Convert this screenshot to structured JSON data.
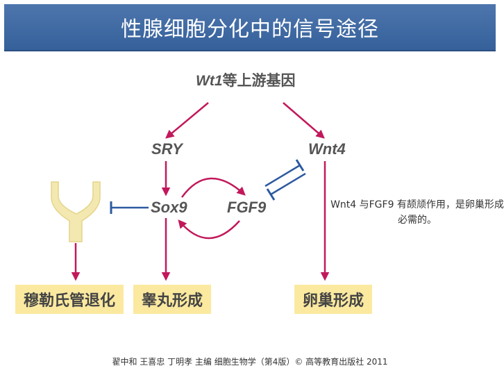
{
  "title": "性腺细胞分化中的信号途径",
  "top_gene": {
    "italic": "Wt1",
    "rest": "等上游基因"
  },
  "nodes": {
    "sry": "SRY",
    "wnt4": "Wnt4",
    "sox9": "Sox9",
    "fgf9": "FGF9"
  },
  "outcomes": {
    "mullerian": "穆勒氏管退化",
    "testis": "睾丸形成",
    "ovary": "卵巢形成"
  },
  "note": "Wnt4 与FGF9 有颉颃作用，是卵巢形成必需的。",
  "citation": "翟中和 王喜忠 丁明孝 主编  细胞生物学（第4版）© 高等教育出版社  2011",
  "colors": {
    "arrow": "#c2185b",
    "inhibit": "#2c5aa0",
    "duct": "#f3e8b0",
    "title_bg": "#3b66a2"
  }
}
